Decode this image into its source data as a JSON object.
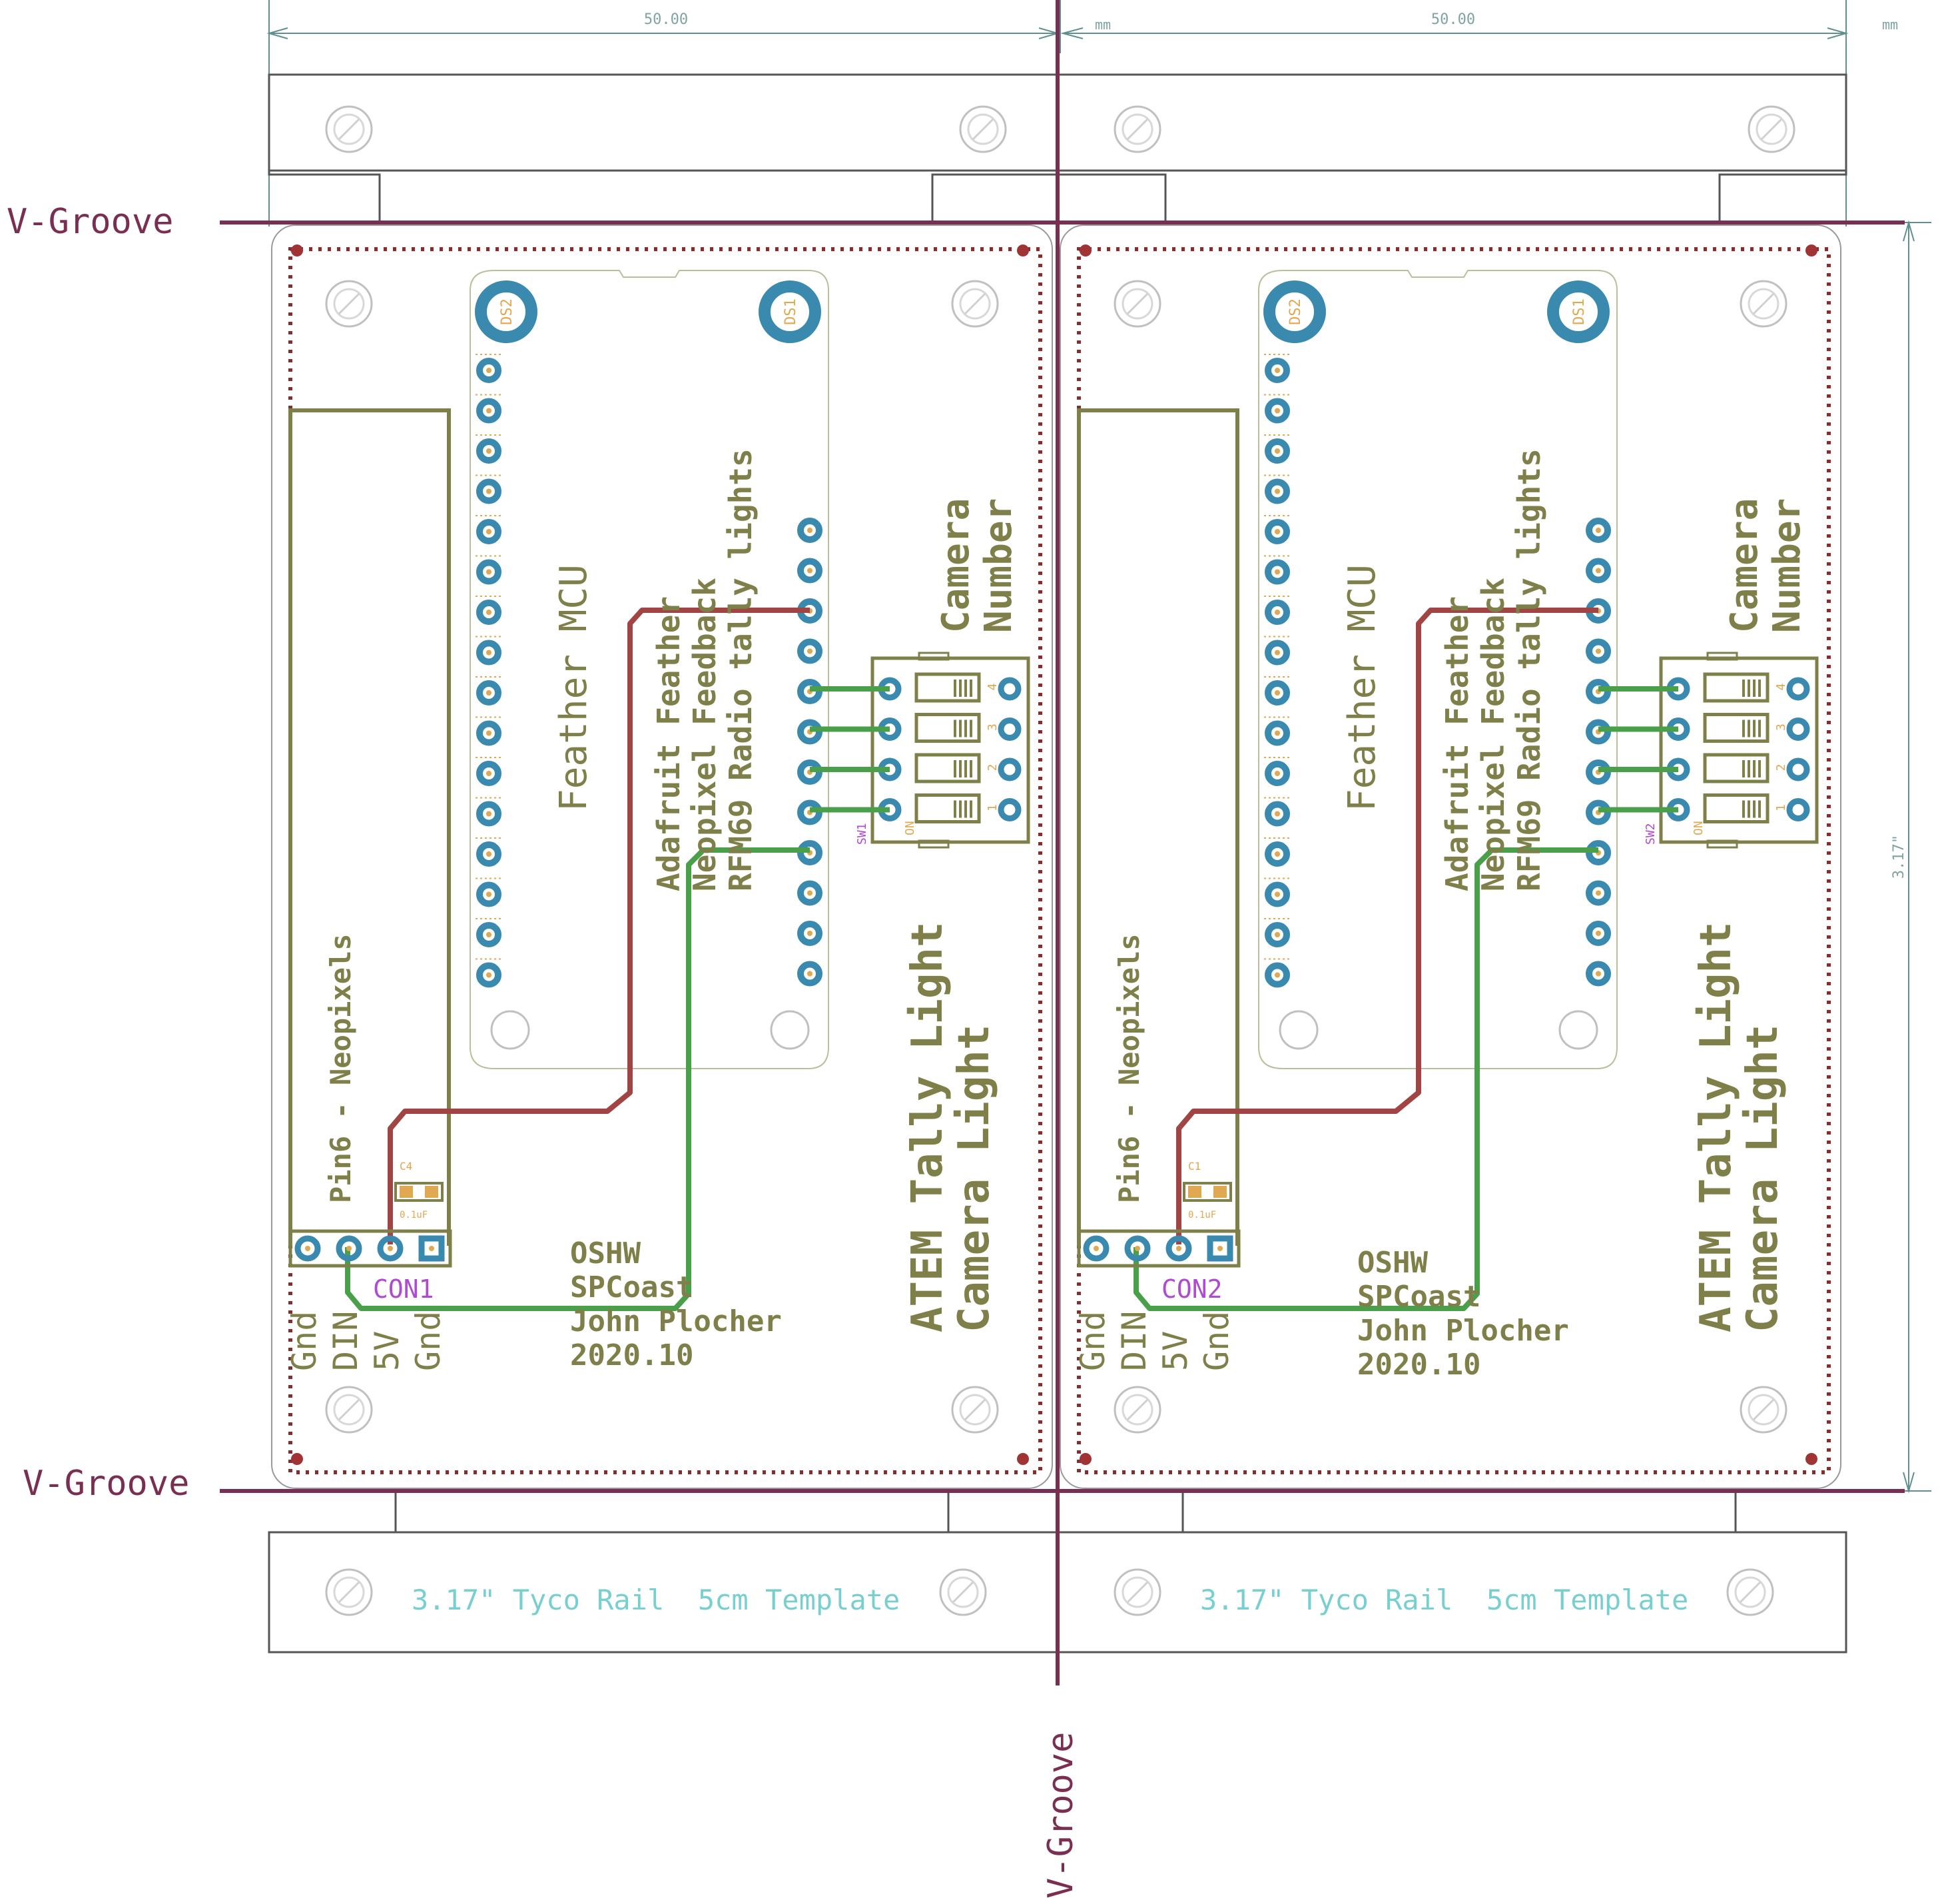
{
  "colors": {
    "silkscreen": "#7f7f4a",
    "copper_top": "#a04444",
    "copper_bottom": "#4aa04a",
    "pad": "#3a8ab0",
    "vgroove": "#7a2e52",
    "dimension": "#5f8f8f",
    "template_text": "#78cfd0",
    "designator": "#b04ad0"
  },
  "dimensions": {
    "width_left": "50.00",
    "width_right": "50.00",
    "unit": "mm",
    "height": "3.17\""
  },
  "vgroove_label": "V-Groove",
  "boards": [
    {
      "mcu_label": "Feather MCU",
      "desc_lines": [
        "Adafruit Feather",
        "Neopixel Feedback",
        "RFM69 Radio tally lights"
      ],
      "camera_lines": [
        "Camera",
        "Number"
      ],
      "title_lines": [
        "ATEM Tally Light",
        "Camera Light"
      ],
      "credit_lines": [
        "OSHW",
        "SPCoast",
        "John Plocher",
        "2020.10"
      ],
      "neopixel_label": "Pin6 - Neopixels",
      "connector": "CON1",
      "pin_labels": [
        "Gnd",
        "DIN",
        "5V",
        "Gnd"
      ],
      "capacitor": "C4",
      "cap_value": "0.1uF",
      "switch": "SW1",
      "switch_on": "ON",
      "switch_nums": [
        "1",
        "2",
        "3",
        "4"
      ],
      "standoffs": [
        "DS2",
        "DS1"
      ],
      "template_text": "3.17\" Tyco Rail  5cm Template"
    },
    {
      "mcu_label": "Feather MCU",
      "desc_lines": [
        "Adafruit Feather",
        "Neopixel Feedback",
        "RFM69 Radio tally lights"
      ],
      "camera_lines": [
        "Camera",
        "Number"
      ],
      "title_lines": [
        "ATEM Tally Light",
        "Camera Light"
      ],
      "credit_lines": [
        "OSHW",
        "SPCoast",
        "John Plocher",
        "2020.10"
      ],
      "neopixel_label": "Pin6 - Neopixels",
      "connector": "CON2",
      "pin_labels": [
        "Gnd",
        "DIN",
        "5V",
        "Gnd"
      ],
      "capacitor": "C1",
      "cap_value": "0.1uF",
      "switch": "SW2",
      "switch_on": "ON",
      "switch_nums": [
        "1",
        "2",
        "3",
        "4"
      ],
      "standoffs": [
        "DS2",
        "DS1"
      ],
      "template_text": "3.17\" Tyco Rail  5cm Template"
    }
  ]
}
